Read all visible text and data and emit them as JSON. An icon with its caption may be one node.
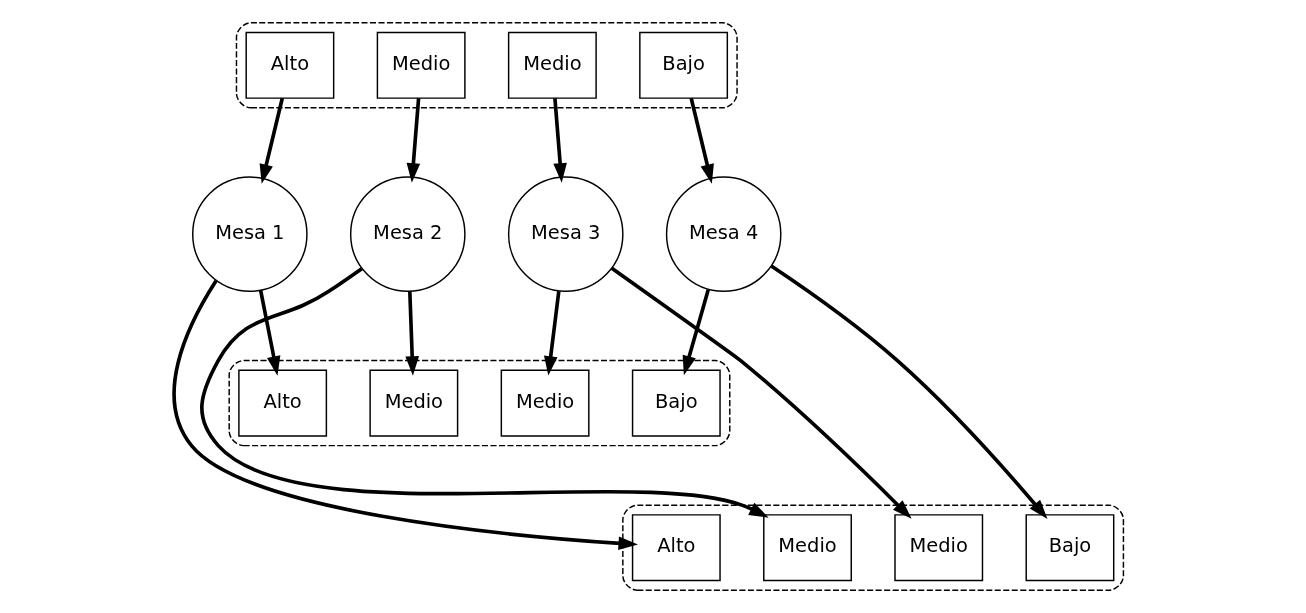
{
  "diagram": {
    "nodes": [
      {
        "text": [],
        "shape": "ellipse"
      },
      {
        "text": [
          "Alto"
        ],
        "in": 0
      },
      {
        "text": [
          "Medio"
        ],
        "in": 0
      },
      {
        "text": [
          "Medio"
        ],
        "in": 0
      },
      {
        "text": [
          "Bajo"
        ],
        "in": 0
      },
      {
        "text": [
          "Mesa 1"
        ]
      },
      {
        "text": [
          "Mesa 2"
        ]
      },
      {
        "text": [
          "Mesa 3"
        ]
      },
      {
        "text": [
          "Mesa 4"
        ]
      },
      {
        "text": [],
        "shape": "ellipse"
      },
      {
        "text": [
          "Alto"
        ],
        "in": 9
      },
      {
        "text": [
          "Medio"
        ],
        "in": 9
      },
      {
        "text": [
          "Medio"
        ],
        "in": 9
      },
      {
        "text": [
          "Bajo"
        ],
        "in": 9
      },
      {
        "text": [],
        "shape": "ellipse"
      },
      {
        "text": [
          "Alto"
        ],
        "in": 14
      },
      {
        "text": [
          "Medio"
        ],
        "in": 14
      },
      {
        "text": [
          "Medio"
        ],
        "in": 14
      },
      {
        "text": [
          "Bajo"
        ],
        "in": 14
      }
    ],
    "edges": [
      {
        "from": 1,
        "to": 5,
        "arrow": "to"
      },
      {
        "from": 2,
        "to": 6,
        "arrow": "to"
      },
      {
        "from": 3,
        "to": 7,
        "arrow": "to"
      },
      {
        "from": 4,
        "to": 8,
        "arrow": "to"
      },
      {
        "from": 5,
        "to": 10,
        "arrow": "to"
      },
      {
        "from": 5,
        "to": 15,
        "arrow": "to"
      },
      {
        "from": 6,
        "to": 11,
        "arrow": "to"
      },
      {
        "from": 6,
        "to": 16,
        "arrow": "to"
      },
      {
        "from": 7,
        "to": 12,
        "arrow": "to"
      },
      {
        "from": 7,
        "to": 17,
        "arrow": "to"
      },
      {
        "from": 8,
        "to": 13,
        "arrow": "to"
      },
      {
        "from": 8,
        "to": 18,
        "arrow": "to"
      }
    ]
  }
}
